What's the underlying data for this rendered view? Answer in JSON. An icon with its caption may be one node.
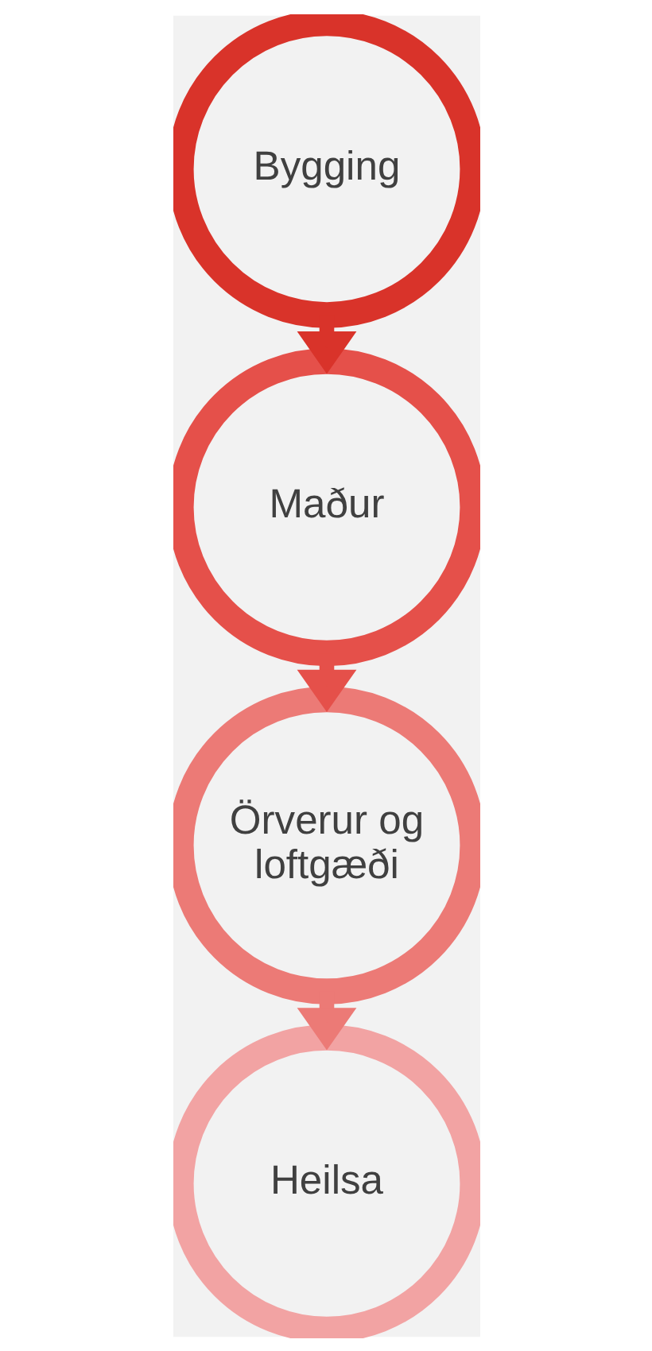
{
  "diagram": {
    "nodes": [
      {
        "text": [
          "Bygging"
        ]
      },
      {
        "text": [
          "Maður"
        ]
      },
      {
        "text": [
          "Örverur og loftgæði"
        ]
      },
      {
        "text": [
          "Heilsa"
        ]
      }
    ],
    "edges": [
      {
        "from": 0,
        "to": 1,
        "arrow": "to",
        "color": "#d9332a"
      },
      {
        "from": 1,
        "to": 2,
        "arrow": "to",
        "color": "#e5504a"
      },
      {
        "from": 2,
        "to": 3,
        "arrow": "to",
        "color": "#ec7a76"
      }
    ]
  }
}
